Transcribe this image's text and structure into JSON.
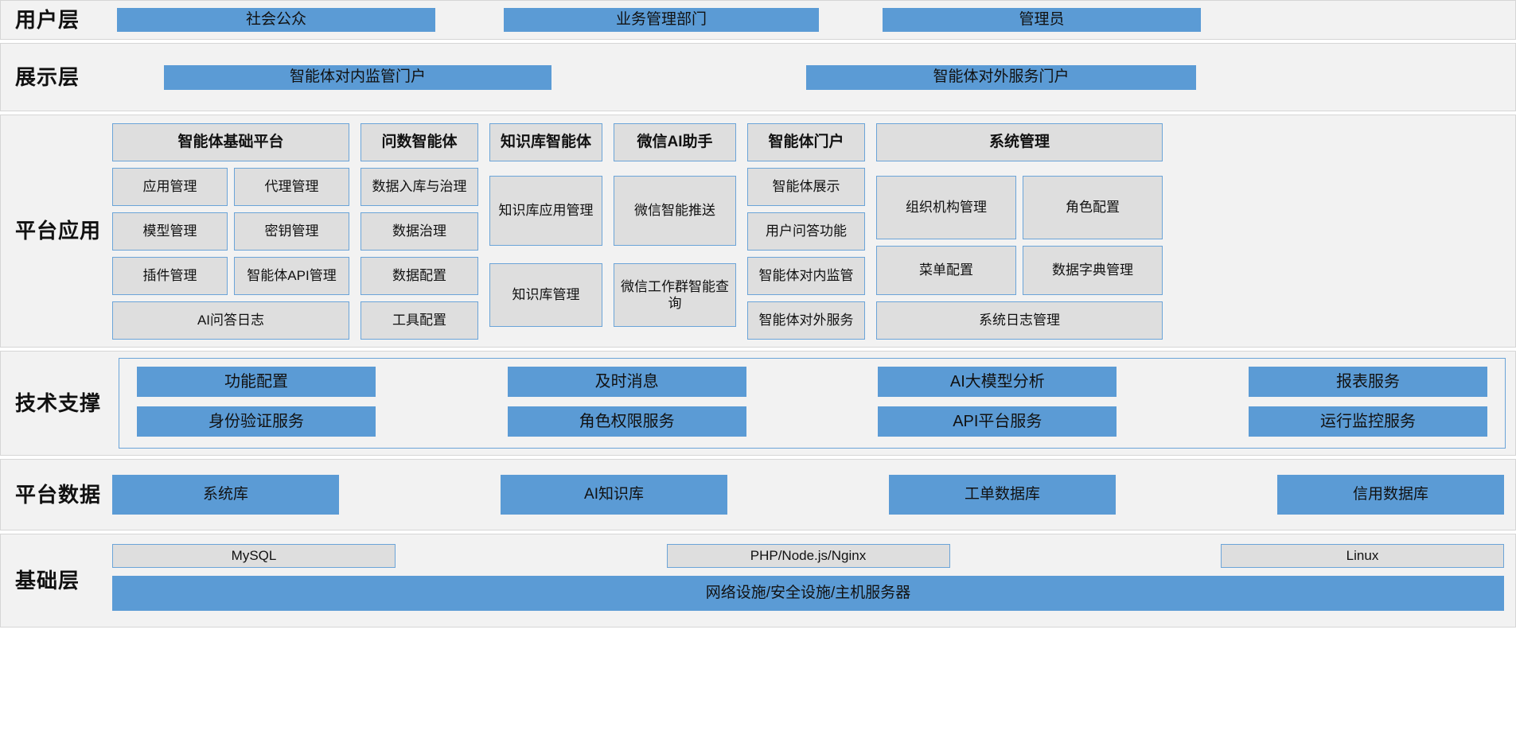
{
  "layers": {
    "user": {
      "label_lines": [
        "用户层"
      ],
      "items": [
        "社会公众",
        "业务管理部门",
        "管理员"
      ]
    },
    "presentation": {
      "label_lines": [
        "展示层"
      ],
      "items": [
        "智能体对内监管门户",
        "智能体对外服务门户"
      ]
    },
    "platform_apps": {
      "label_lines": [
        "平台",
        "应用"
      ],
      "columns": [
        {
          "title": "智能体基础平台",
          "rows": [
            [
              "应用管理",
              "代理管理"
            ],
            [
              "模型管理",
              "密钥管理"
            ],
            [
              "插件管理",
              "智能体API管理"
            ],
            [
              "AI问答日志"
            ]
          ]
        },
        {
          "title": "问数智能体",
          "rows": [
            [
              "数据入库与治理"
            ],
            [
              "数据治理"
            ],
            [
              "数据配置"
            ],
            [
              "工具配置"
            ]
          ]
        },
        {
          "title": "知识库智能体",
          "rows": [
            [
              "知识库应用管理"
            ],
            [
              "知识库管理"
            ]
          ]
        },
        {
          "title": "微信AI助手",
          "rows": [
            [
              "微信智能推送"
            ],
            [
              "微信工作群智能查询"
            ]
          ]
        },
        {
          "title": "智能体门户",
          "rows": [
            [
              "智能体展示"
            ],
            [
              "用户问答功能"
            ],
            [
              "智能体对内监管"
            ],
            [
              "智能体对外服务"
            ]
          ]
        },
        {
          "title": "系统管理",
          "rows": [
            [
              "组织机构管理",
              "角色配置"
            ],
            [
              "菜单配置",
              "数据字典管理"
            ],
            [
              "系统日志管理"
            ]
          ]
        }
      ]
    },
    "tech_support": {
      "label_lines": [
        "技术",
        "支撑"
      ],
      "row1": [
        "功能配置",
        "及时消息",
        "AI大模型分析",
        "报表服务"
      ],
      "row2": [
        "身份验证服务",
        "角色权限服务",
        "API平台服务",
        "运行监控服务"
      ]
    },
    "platform_data": {
      "label_lines": [
        "平台",
        "数据"
      ],
      "items": [
        "系统库",
        "AI知识库",
        "工单数据库",
        "信用数据库"
      ]
    },
    "infra": {
      "label_lines": [
        "基础层"
      ],
      "top": [
        "MySQL",
        "PHP/Node.js/Nginx",
        "Linux"
      ],
      "bottom": "网络设施/安全设施/主机服务器"
    }
  },
  "colors": {
    "blue": "#5b9bd5",
    "grey_box": "#dedede",
    "border_blue": "#6ba4d8",
    "band_bg": "#f2f2f2"
  }
}
